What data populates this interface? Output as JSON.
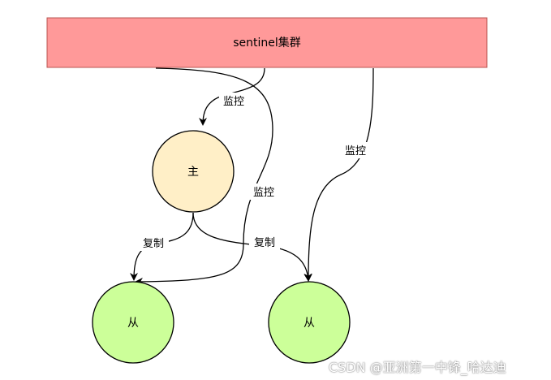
{
  "nodes": {
    "cluster": {
      "label": "sentinel集群",
      "fill": "#ff9999",
      "stroke": "#b85450"
    },
    "master": {
      "label": "主",
      "fill": "#ffefc7",
      "stroke": "#000000"
    },
    "slave_left": {
      "label": "从",
      "fill": "#ccff99",
      "stroke": "#000000"
    },
    "slave_right": {
      "label": "从",
      "fill": "#ccff99",
      "stroke": "#000000"
    }
  },
  "edges": {
    "monitor_master": "监控",
    "monitor_slave_left": "监控",
    "monitor_slave_right": "监控",
    "replicate_left": "复制",
    "replicate_right": "复制"
  },
  "watermark": "CSDN @亚洲第一中锋_哈达迪"
}
